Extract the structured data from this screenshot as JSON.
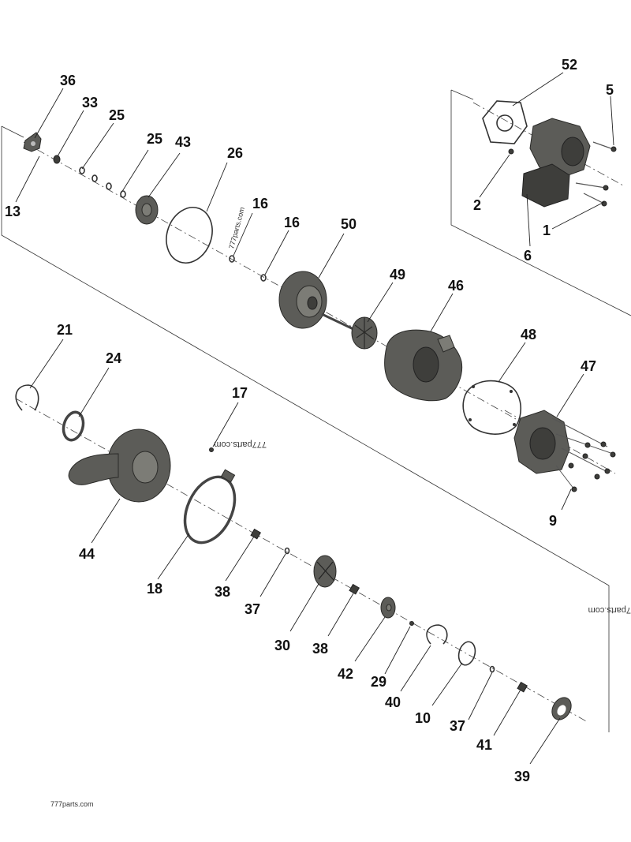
{
  "watermarks": {
    "bottom_left": "777parts.com",
    "center": "777parts.com",
    "vertical": "777parts.com",
    "right_edge": "7parts.com"
  },
  "callouts": {
    "c36": "36",
    "c33": "33",
    "c25a": "25",
    "c25b": "25",
    "c43": "43",
    "c26": "26",
    "c13": "13",
    "c16a": "16",
    "c16b": "16",
    "c50": "50",
    "c49": "49",
    "c46": "46",
    "c48": "48",
    "c47": "47",
    "c9": "9",
    "c52": "52",
    "c5": "5",
    "c2": "2",
    "c1": "1",
    "c6": "6",
    "c21": "21",
    "c24": "24",
    "c17": "17",
    "c44": "44",
    "c18": "18",
    "c38a": "38",
    "c37a": "37",
    "c30": "30",
    "c38b": "38",
    "c42": "42",
    "c29": "29",
    "c40": "40",
    "c10": "10",
    "c37b": "37",
    "c41": "41",
    "c39": "39"
  }
}
